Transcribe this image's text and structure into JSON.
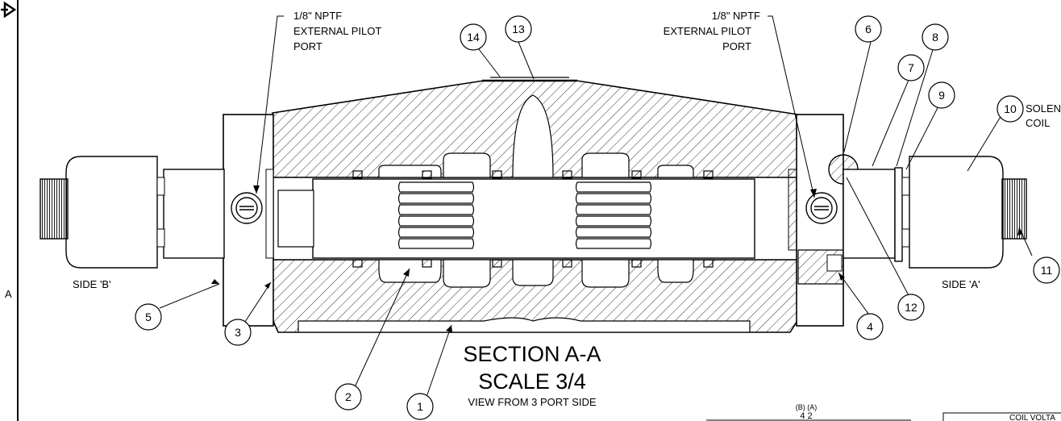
{
  "zone_letter": "A",
  "section": {
    "title": "SECTION A-A",
    "scale": "SCALE 3/4",
    "view_note": "VIEW FROM 3 PORT SIDE"
  },
  "pilot_port_left": {
    "line1": "1/8\" NPTF",
    "line2": "EXTERNAL PILOT",
    "line3": "PORT"
  },
  "pilot_port_right": {
    "line1": "1/8\" NPTF",
    "line2": "EXTERNAL PILOT",
    "line3": "PORT"
  },
  "side_b_label": "SIDE 'B'",
  "side_a_label": "SIDE 'A'",
  "solenoid_label": {
    "line1": "SOLENOID",
    "line2": "COIL"
  },
  "balloons": [
    "14",
    "13",
    "6",
    "8",
    "7",
    "9",
    "10",
    "11",
    "12",
    "4",
    "5",
    "3",
    "2",
    "1"
  ],
  "schematic": {
    "port_letters": "(B) (A)",
    "port_numbers": "4 2"
  },
  "coil_table_header": "COIL VOLTA"
}
